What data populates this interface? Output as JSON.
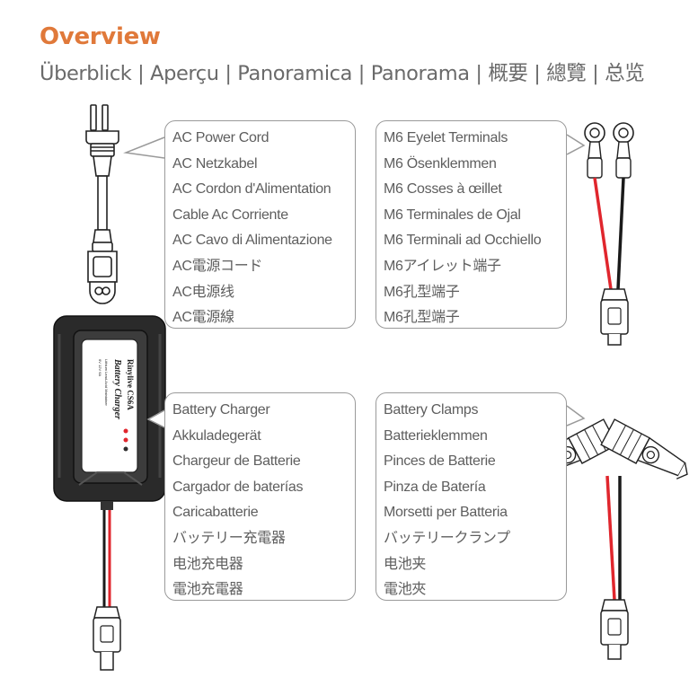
{
  "header": {
    "title": "Overview",
    "subtitle": "Überblick | Aperçu | Panoramica | Panorama | 概要 | 總覽 | 总览"
  },
  "components": {
    "ac_power_cord": {
      "icon": "ac-plug-icon",
      "labels": [
        "AC Power Cord",
        "AC Netzkabel",
        "AC Cordon d'Alimentation",
        "Cable Ac Corriente",
        "AC Cavo di Alimentazione",
        "AC電源コード",
        "AC电源线",
        "AC電源線"
      ]
    },
    "eyelet_terminals": {
      "icon": "eyelet-terminal-icon",
      "labels": [
        "M6 Eyelet Terminals",
        "M6 Ösenklemmen",
        "M6 Cosses à œillet",
        "M6 Terminales de Ojal",
        "M6 Terminali ad Occhiello",
        "M6アイレット端子",
        "M6孔型端子",
        "M6孔型端子"
      ]
    },
    "battery_charger": {
      "icon": "battery-charger-icon",
      "device_text": [
        "Rinylive CS6A",
        "Battery Charger",
        "Lithium Lead-Acid Maintainer",
        "6V 12V 6A"
      ],
      "labels": [
        "Battery Charger",
        "Akkuladegerät",
        "Chargeur de Batterie",
        "Cargador de baterías",
        "Caricabatterie",
        "バッテリー充電器",
        "电池充电器",
        "電池充電器"
      ]
    },
    "battery_clamps": {
      "icon": "battery-clamp-icon",
      "labels": [
        "Battery Clamps",
        "Batterieklemmen",
        "Pinces de Batterie",
        "Pinza de Batería",
        "Morsetti per Batteria",
        "バッテリークランプ",
        "电池夹",
        "電池夾"
      ]
    }
  },
  "colors": {
    "accent": "#e0793a",
    "wire_red": "#e0262d",
    "wire_black": "#1a1a1a",
    "outline": "#9a9a9a"
  }
}
